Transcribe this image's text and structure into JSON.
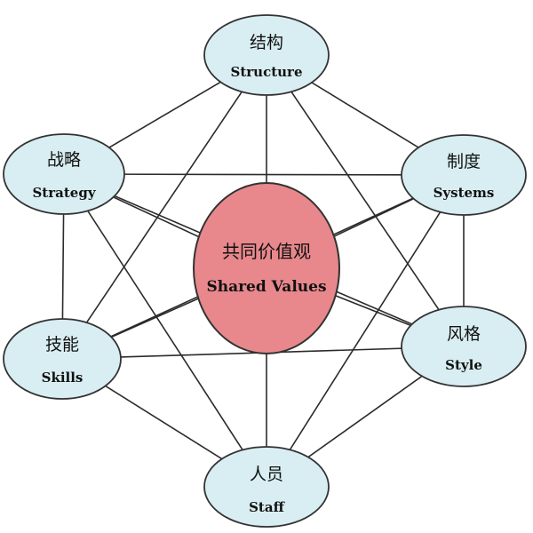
{
  "center": {
    "id": "shared-values",
    "label_zh": "共同价值观",
    "label_en": "Shared Values"
  },
  "nodes": [
    {
      "id": "structure",
      "label_zh": "结构",
      "label_en": "Structure"
    },
    {
      "id": "systems",
      "label_zh": "制度",
      "label_en": "Systems"
    },
    {
      "id": "style",
      "label_zh": "风格",
      "label_en": "Style"
    },
    {
      "id": "staff",
      "label_zh": "人员",
      "label_en": "Staff"
    },
    {
      "id": "skills",
      "label_zh": "技能",
      "label_en": "Skills"
    },
    {
      "id": "strategy",
      "label_zh": "战略",
      "label_en": "Strategy"
    }
  ],
  "edges": [
    [
      "structure",
      "systems"
    ],
    [
      "systems",
      "style"
    ],
    [
      "style",
      "staff"
    ],
    [
      "staff",
      "skills"
    ],
    [
      "skills",
      "strategy"
    ],
    [
      "strategy",
      "structure"
    ],
    [
      "strategy",
      "systems"
    ],
    [
      "skills",
      "style"
    ],
    [
      "strategy",
      "skills"
    ],
    [
      "systems",
      "style"
    ],
    [
      "structure",
      "skills"
    ],
    [
      "structure",
      "style"
    ],
    [
      "strategy",
      "staff"
    ],
    [
      "systems",
      "staff"
    ],
    [
      "strategy",
      "style"
    ],
    [
      "systems",
      "skills"
    ],
    [
      "structure",
      "shared-values"
    ],
    [
      "systems",
      "shared-values"
    ],
    [
      "style",
      "shared-values"
    ],
    [
      "staff",
      "shared-values"
    ],
    [
      "skills",
      "shared-values"
    ],
    [
      "strategy",
      "shared-values"
    ]
  ],
  "colors": {
    "node_fill": "#d9eef2",
    "center_fill": "#e8888c",
    "stroke": "#333333"
  }
}
